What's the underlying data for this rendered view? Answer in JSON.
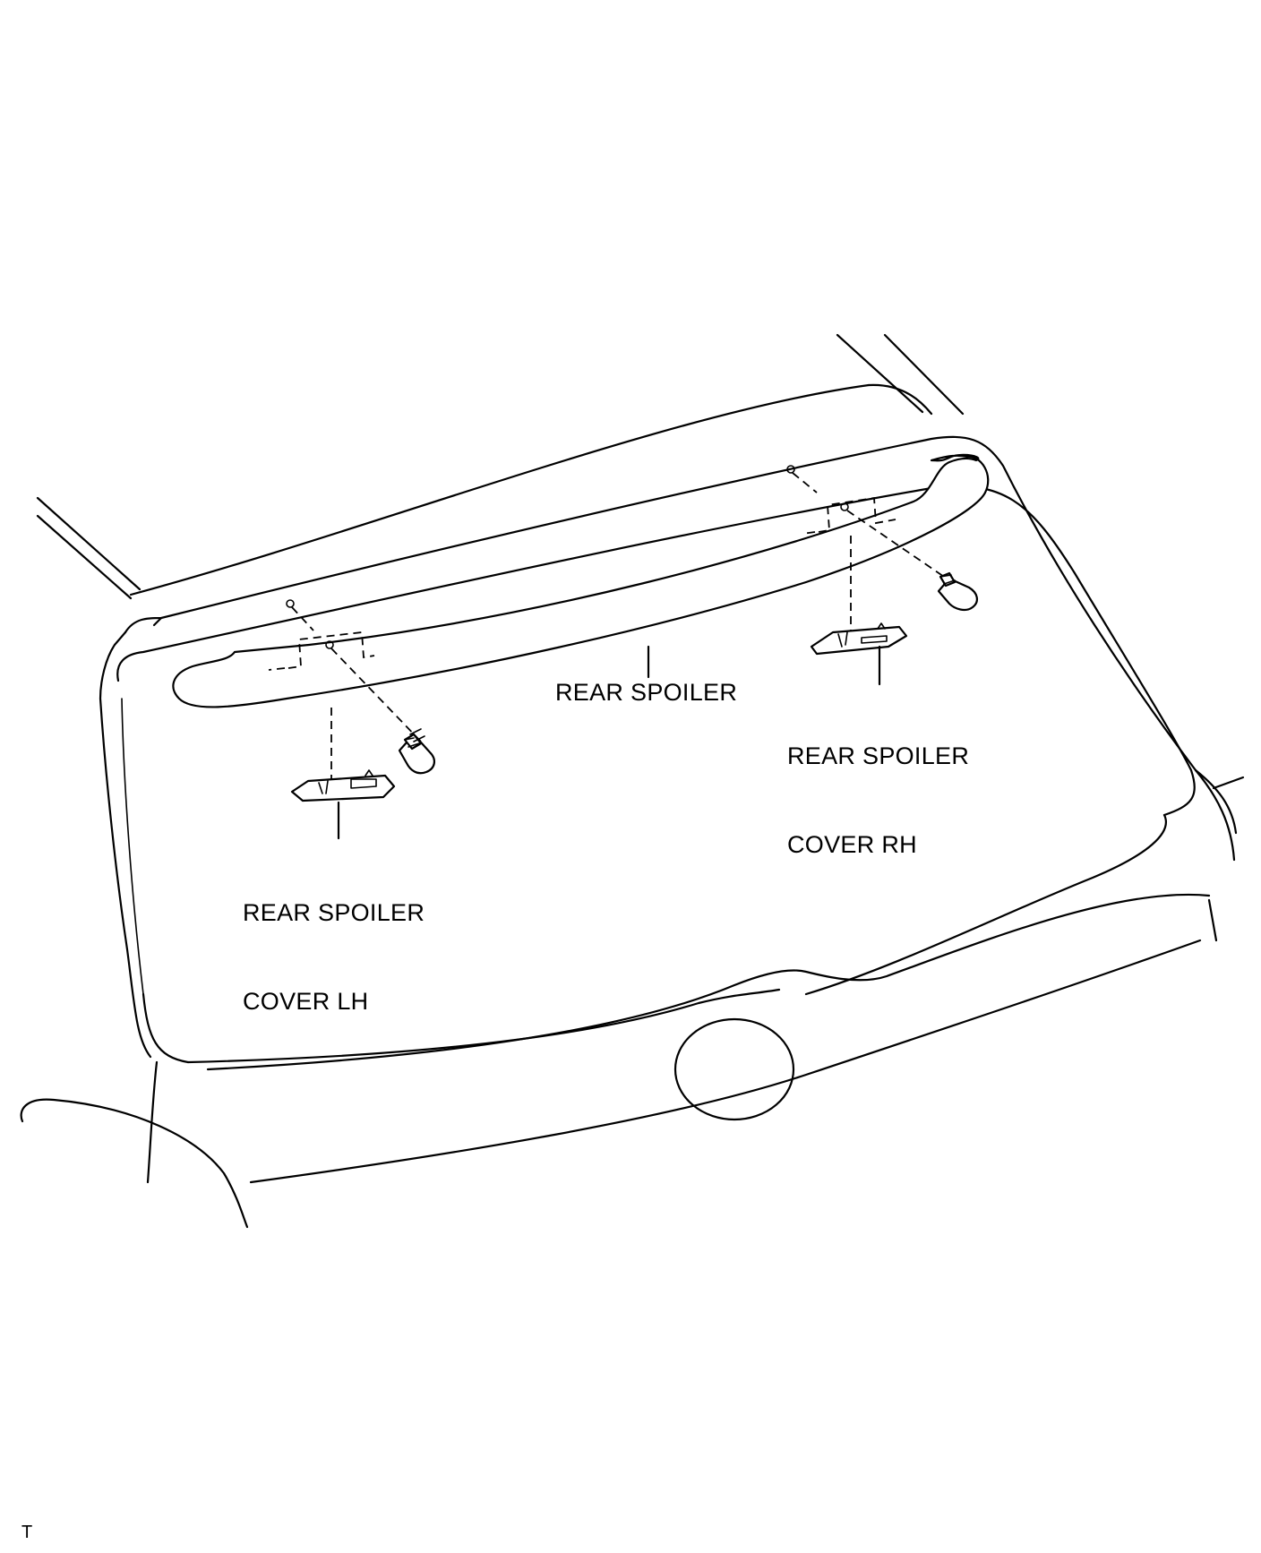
{
  "diagram": {
    "labels": {
      "rear_spoiler": "REAR SPOILER",
      "cover_rh_line1": "REAR SPOILER",
      "cover_rh_line2": "COVER RH",
      "cover_lh_line1": "REAR SPOILER",
      "cover_lh_line2": "COVER LH"
    },
    "corner_code": "T",
    "icons": [
      "bolt-icon",
      "rear-spoiler-part",
      "spoiler-cover-part"
    ],
    "line_color": "#000000",
    "background": "#ffffff"
  }
}
